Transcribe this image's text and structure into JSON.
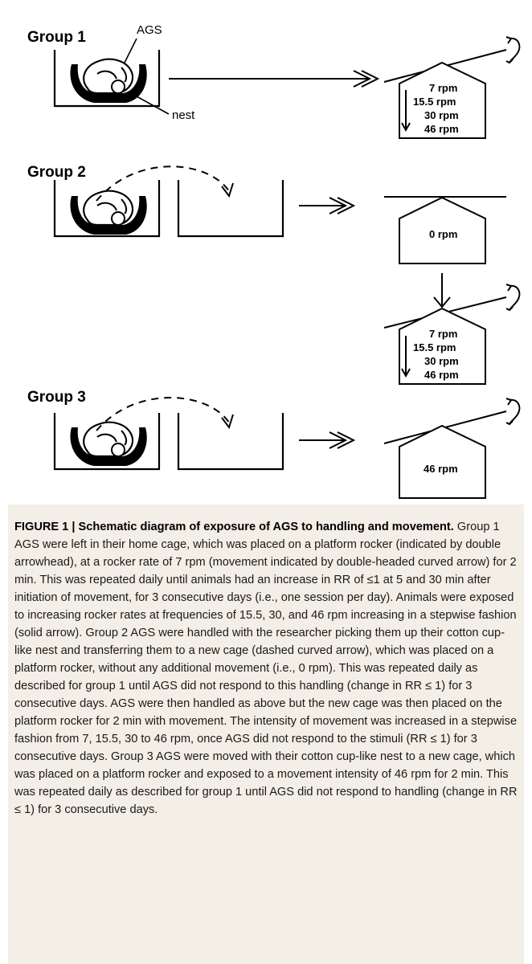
{
  "groups": [
    {
      "label": "Group 1"
    },
    {
      "label": "Group 2"
    },
    {
      "label": "Group 3"
    }
  ],
  "labels": {
    "ags": "AGS",
    "nest": "nest"
  },
  "rpm_stepwise": [
    "7 rpm",
    "15.5 rpm",
    "30 rpm",
    "46 rpm"
  ],
  "rpm_zero": "0 rpm",
  "rpm_46": "46 rpm",
  "caption": {
    "title": "FIGURE 1 | Schematic diagram of exposure of AGS to handling and movement.",
    "body": "Group 1 AGS were left in their home cage, which was placed on a platform rocker (indicated by double arrowhead), at a rocker rate of 7 rpm (movement indicated by double-headed curved arrow) for 2 min. This was repeated daily until animals had an increase in RR of ≤1 at 5 and 30 min after initiation of movement, for 3 consecutive days (i.e., one session per day). Animals were exposed to increasing rocker rates at frequencies of 15.5, 30, and 46 rpm increasing in a stepwise fashion (solid arrow). Group 2 AGS were handled with the researcher picking them up their cotton cup-like nest and transferring them to a new cage (dashed curved arrow), which was placed on a platform rocker, without any additional movement (i.e., 0 rpm). This was repeated daily as described for group 1 until AGS did not respond to this handling (change in RR ≤ 1) for 3 consecutive days. AGS were then handled as above but the new cage was then placed on the platform rocker for 2 min with movement. The intensity of movement was increased in a stepwise fashion from 7, 15.5, 30 to 46 rpm, once AGS did not respond to the stimuli (RR ≤ 1) for 3 consecutive days. Group 3 AGS were moved with their cotton cup-like nest to a new cage, which was placed on a platform rocker and exposed to a movement intensity of 46 rpm for 2 min. This was repeated daily as described for group 1 until AGS did not respond to handling (change in RR ≤ 1) for 3 consecutive days."
  }
}
